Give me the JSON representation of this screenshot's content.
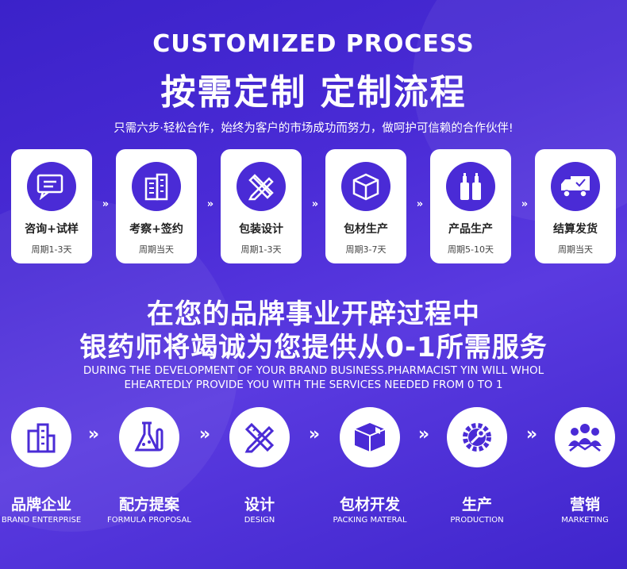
{
  "header": {
    "title_en": "CUSTOMIZED PROCESS",
    "title_cn": "按需定制  定制流程",
    "subtitle": "只需六步·轻松合作，始终为客户的市场成功而努力，做呵护可信赖的合作伙伴!"
  },
  "steps": [
    {
      "title": "咨询+试样",
      "period": "周期1-3天",
      "icon": "chat-icon"
    },
    {
      "title": "考察+签约",
      "period": "周期当天",
      "icon": "building-icon"
    },
    {
      "title": "包装设计",
      "period": "周期1-3天",
      "icon": "design-tools-icon"
    },
    {
      "title": "包材生产",
      "period": "周期3-7天",
      "icon": "box-icon"
    },
    {
      "title": "产品生产",
      "period": "周期5-10天",
      "icon": "bottles-icon"
    },
    {
      "title": "结算发货",
      "period": "周期当天",
      "icon": "truck-icon"
    }
  ],
  "step_separator": "»",
  "middle": {
    "line1": "在您的品牌事业开辟过程中",
    "line2": "银药师将竭诚为您提供从0-1所需服务",
    "en_line1": "DURING THE DEVELOPMENT OF YOUR BRAND BUSINESS.PHARMACIST YIN WILL WHOL",
    "en_line2": "EHEARTEDLY PROVIDE YOU WITH THE SERVICES NEEDED FROM 0 TO 1"
  },
  "services": [
    {
      "cn": "品牌企业",
      "en": "BRAND ENTERPRISE",
      "icon": "building-icon"
    },
    {
      "cn": "配方提案",
      "en": "FORMULA PROPOSAL",
      "icon": "flask-icon"
    },
    {
      "cn": "设计",
      "en": "DESIGN",
      "icon": "design-tools-icon"
    },
    {
      "cn": "包材开发",
      "en": "PACKING MATERAL",
      "icon": "box-icon"
    },
    {
      "cn": "生产",
      "en": "PRODUCTION",
      "icon": "gear-wrench-icon"
    },
    {
      "cn": "营销",
      "en": "MARKETING",
      "icon": "people-icon"
    }
  ],
  "service_separator": "»",
  "colors": {
    "primary": "#4a2bd6",
    "card": "#ffffff"
  }
}
